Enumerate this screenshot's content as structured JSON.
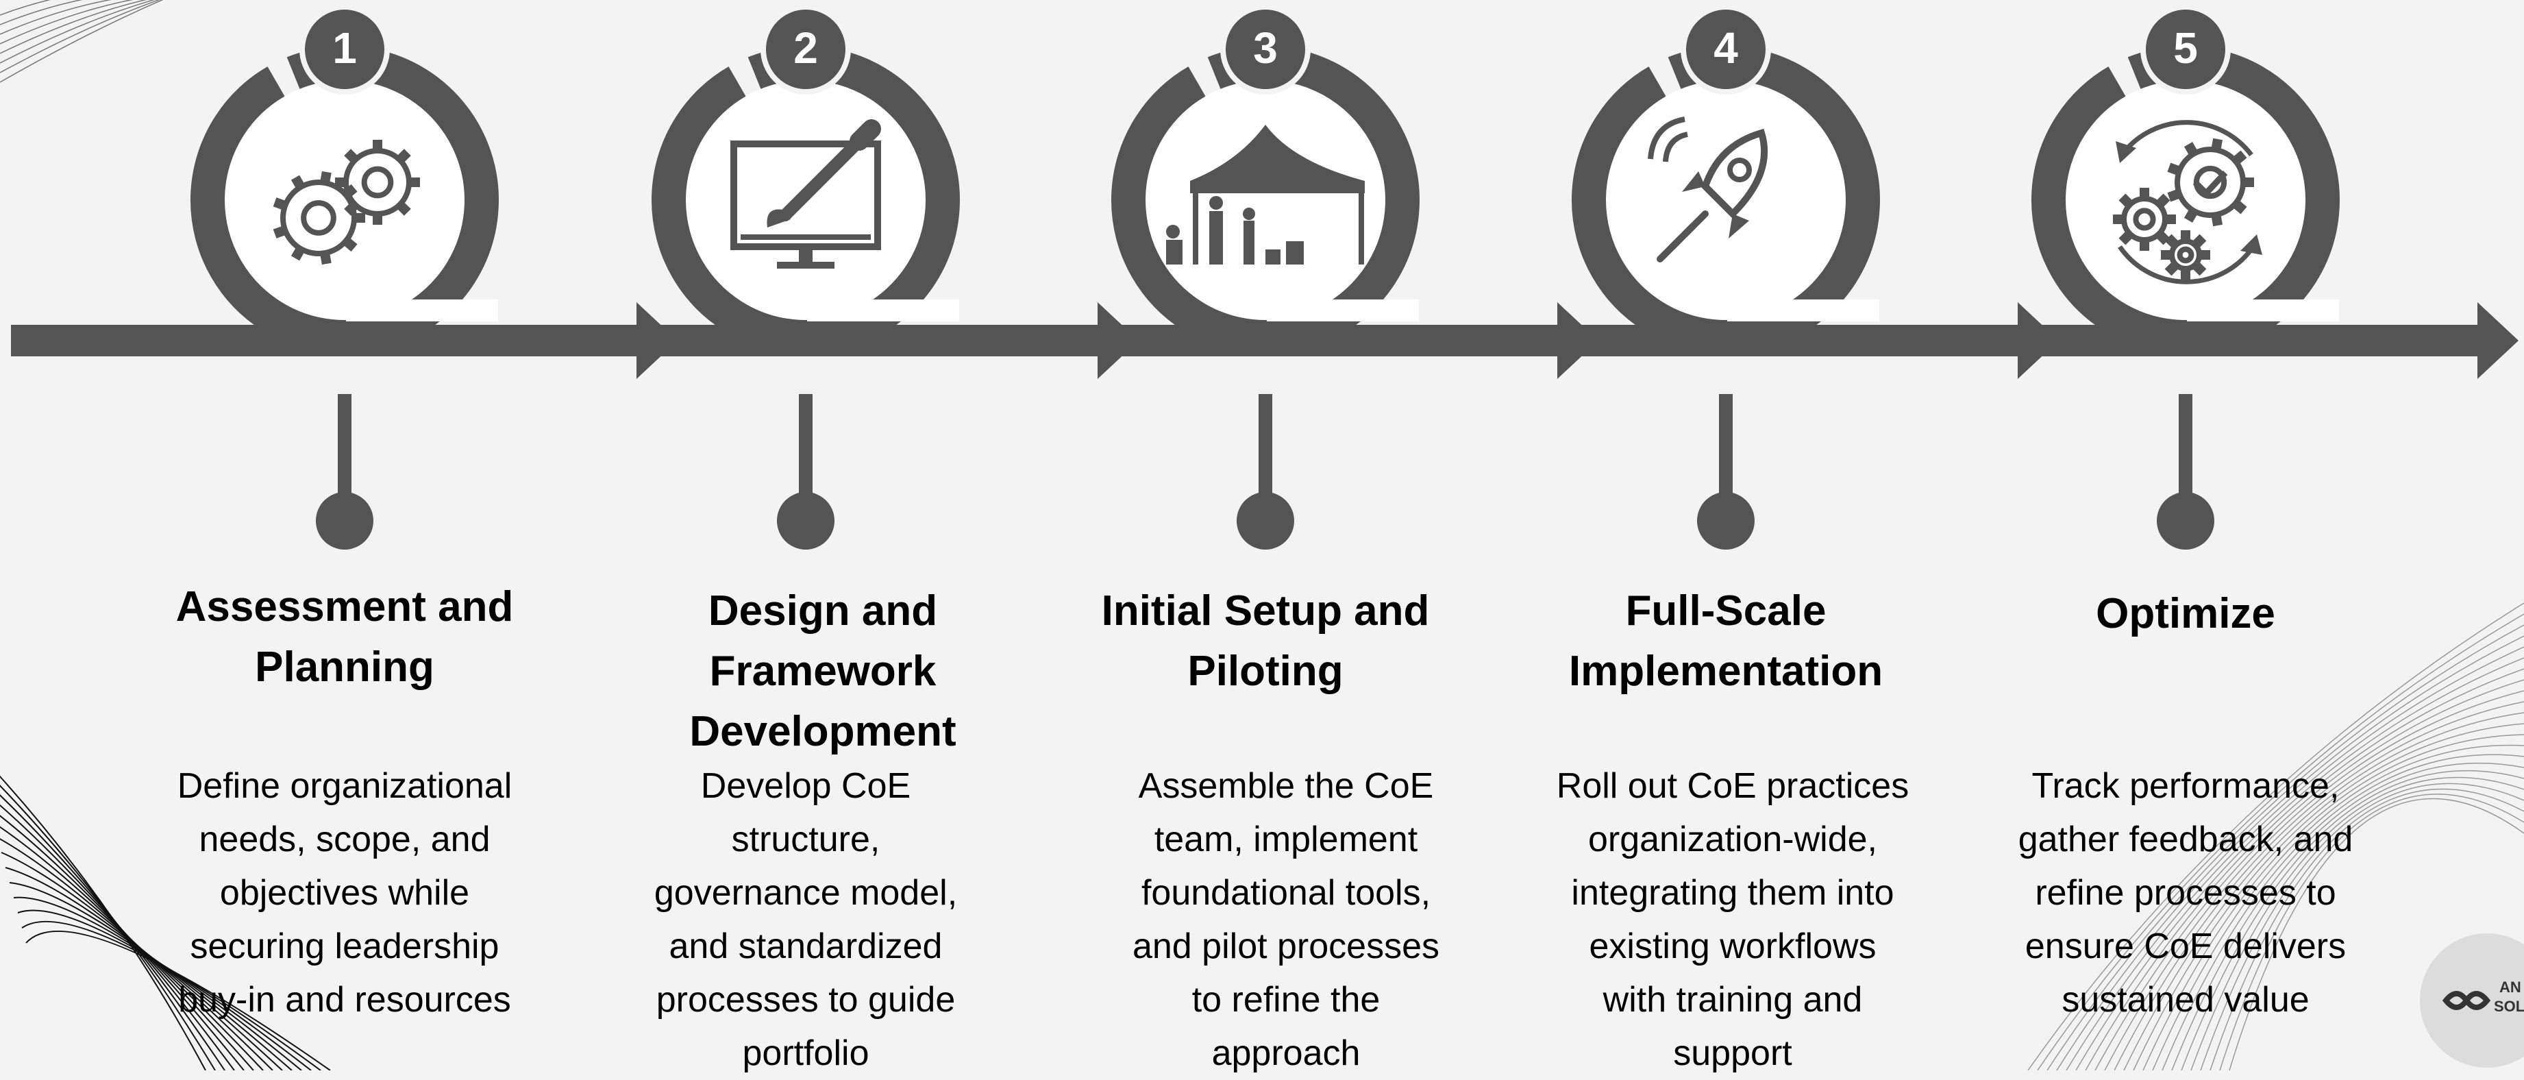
{
  "colors": {
    "background": "#f3f3f4",
    "shape": "#545454",
    "icon_circle": "#ffffff",
    "text": "#000000"
  },
  "steps": [
    {
      "number": "1",
      "title_lines": [
        "Assessment and",
        "Planning"
      ],
      "description_lines": [
        "Define organizational",
        "needs, scope, and",
        "objectives while",
        "securing leadership",
        "buy-in and resources"
      ],
      "icon": "gears-icon"
    },
    {
      "number": "2",
      "title_lines": [
        "Design and",
        "Framework",
        "Development"
      ],
      "description_lines": [
        "Develop CoE",
        "structure,",
        "governance model,",
        "and standardized",
        "processes to guide",
        "portfolio"
      ],
      "icon": "monitor-paintbrush-icon"
    },
    {
      "number": "3",
      "title_lines": [
        "Initial Setup and",
        "Piloting"
      ],
      "description_lines": [
        "Assemble the CoE",
        "team, implement",
        "foundational tools,",
        "and pilot processes",
        "to refine the",
        "approach"
      ],
      "icon": "tent-setup-icon"
    },
    {
      "number": "4",
      "title_lines": [
        "Full-Scale",
        "Implementation"
      ],
      "description_lines": [
        "Roll out CoE practices",
        "organization-wide,",
        "integrating them into",
        "existing workflows",
        "with training and",
        "support"
      ],
      "icon": "rocket-icon"
    },
    {
      "number": "5",
      "title_lines": [
        "Optimize"
      ],
      "description_lines": [
        "Track performance,",
        "gather feedback, and",
        "refine processes to",
        "ensure CoE delivers",
        "sustained value"
      ],
      "icon": "gears-cycle-check-icon"
    }
  ],
  "logo": {
    "text_top": "AN",
    "text_bottom": "SOL",
    "icon": "infinity-logo-icon"
  }
}
